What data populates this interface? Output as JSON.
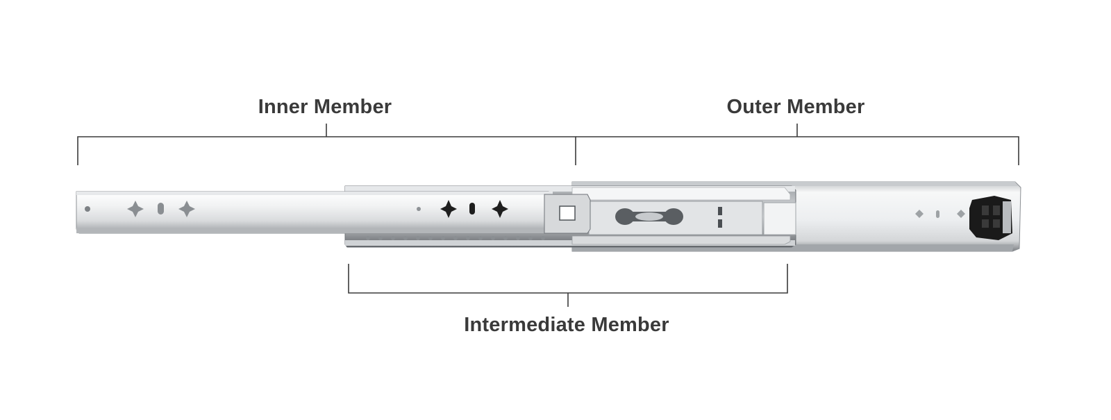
{
  "labels": {
    "inner": "Inner Member",
    "outer": "Outer Member",
    "intermediate": "Intermediate Member"
  },
  "colors": {
    "bracket": "#3a3a3a",
    "text": "#3a3a3a",
    "steel_light": "#f3f4f5",
    "steel_mid": "#c9cccf",
    "steel_dark": "#6f7378",
    "background": "#ffffff"
  }
}
